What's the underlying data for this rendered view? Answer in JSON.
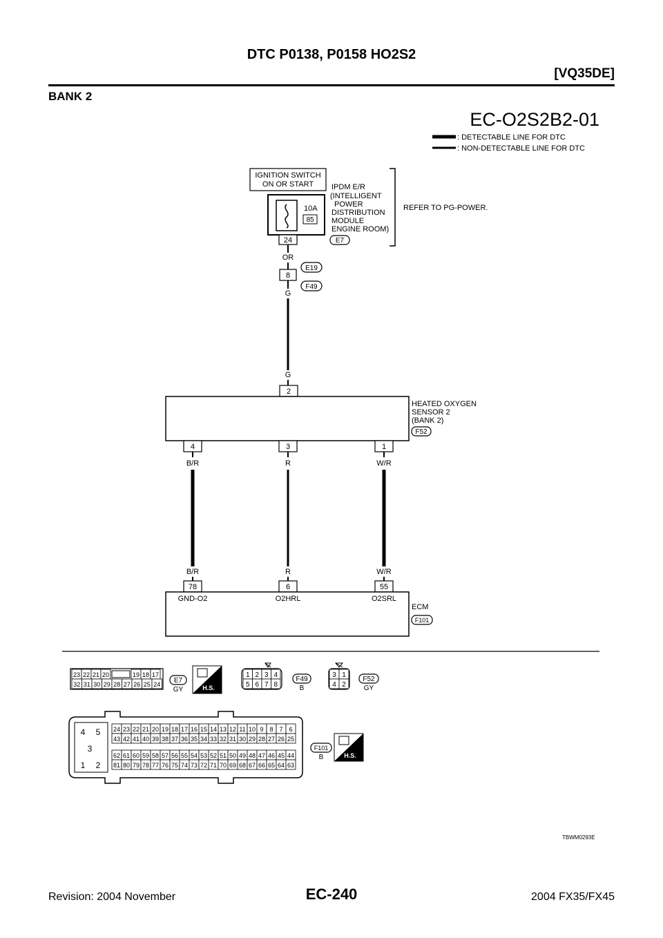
{
  "header": {
    "title": "DTC P0138, P0158 HO2S2",
    "engine": "[VQ35DE]",
    "section": "BANK 2"
  },
  "diagram": {
    "id": "EC-O2S2B2-01",
    "legend": [
      ": DETECTABLE LINE FOR DTC",
      ": NON-DETECTABLE LINE FOR DTC"
    ],
    "ignition": [
      "IGNITION SWITCH",
      "ON OR START"
    ],
    "ipdm_label": [
      "IPDM E/R",
      "(INTELLIGENT",
      "POWER",
      "DISTRIBUTION",
      "MODULE",
      "ENGINE ROOM)"
    ],
    "fuse_amp": "10A",
    "fuse_num": "85",
    "ipdm_pin": "24",
    "ipdm_conn": "E7",
    "refer": "REFER TO PG-POWER.",
    "wire_or": "OR",
    "jc_pin": "8",
    "jc_conn1": "E19",
    "jc_conn2": "F49",
    "wire_g_top": "G",
    "wire_g_bottom": "G",
    "sensor_pin_top": "2",
    "sensor_label": [
      "HEATED OXYGEN",
      "SENSOR 2",
      "(BANK 2)"
    ],
    "sensor_conn": "F52",
    "sensor_pins": [
      "4",
      "3",
      "1"
    ],
    "wires_top": [
      "B/R",
      "R",
      "W/R"
    ],
    "wires_bottom": [
      "B/R",
      "R",
      "W/R"
    ],
    "ecm_pins": [
      "78",
      "6",
      "55"
    ],
    "ecm_signals": [
      "GND-O2",
      "O2HRL",
      "O2SRL"
    ],
    "ecm_label": "ECM",
    "ecm_conn": "F101"
  },
  "connectors": {
    "e7": {
      "row1": [
        "23",
        "22",
        "21",
        "20",
        "19",
        "18",
        "17"
      ],
      "row2": [
        "32",
        "31",
        "30",
        "29",
        "28",
        "27",
        "26",
        "25",
        "24"
      ],
      "name": "E7",
      "color": "GY"
    },
    "hs": "H.S.",
    "f49": {
      "row1": [
        "1",
        "2",
        "3",
        "4"
      ],
      "row2": [
        "5",
        "6",
        "7",
        "8"
      ],
      "name": "F49",
      "color": "B"
    },
    "f52": {
      "row1": [
        "3",
        "1"
      ],
      "row2": [
        "4",
        "2"
      ],
      "name": "F52",
      "color": "GY"
    },
    "f101": {
      "left": [
        "4",
        "5",
        "3",
        "1",
        "2"
      ],
      "r1": [
        "24",
        "23",
        "22",
        "21",
        "20",
        "19",
        "18",
        "17",
        "16",
        "15",
        "14",
        "13",
        "12",
        "11",
        "10",
        "9",
        "8",
        "7",
        "6"
      ],
      "r2": [
        "43",
        "42",
        "41",
        "40",
        "39",
        "38",
        "37",
        "36",
        "35",
        "34",
        "33",
        "32",
        "31",
        "30",
        "29",
        "28",
        "27",
        "26",
        "25"
      ],
      "r3": [
        "62",
        "61",
        "60",
        "59",
        "58",
        "57",
        "56",
        "55",
        "54",
        "53",
        "52",
        "51",
        "50",
        "49",
        "48",
        "47",
        "46",
        "45",
        "44"
      ],
      "r4": [
        "81",
        "80",
        "79",
        "78",
        "77",
        "76",
        "75",
        "74",
        "73",
        "72",
        "71",
        "70",
        "69",
        "68",
        "67",
        "66",
        "65",
        "64",
        "63"
      ],
      "name": "F101",
      "color": "B"
    }
  },
  "footer": {
    "image_code": "TBWM0293E",
    "revision": "Revision: 2004 November",
    "page": "EC-240",
    "model": "2004 FX35/FX45"
  }
}
